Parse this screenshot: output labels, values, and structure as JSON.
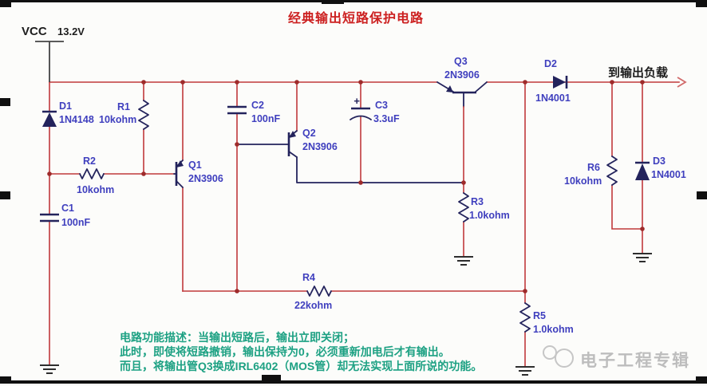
{
  "title": "经典输出短路保护电路",
  "power": {
    "net": "VCC",
    "voltage": "13.2V"
  },
  "output": {
    "label": "到输出负载"
  },
  "components": {
    "D1": {
      "ref": "D1",
      "value": "1N4148"
    },
    "R1": {
      "ref": "R1",
      "value": "10kohm"
    },
    "R2": {
      "ref": "R2",
      "value": "10kohm"
    },
    "C1": {
      "ref": "C1",
      "value": "100nF"
    },
    "Q1": {
      "ref": "Q1",
      "value": "2N3906"
    },
    "C2": {
      "ref": "C2",
      "value": "100nF"
    },
    "Q2": {
      "ref": "Q2",
      "value": "2N3906"
    },
    "C3": {
      "ref": "C3",
      "value": "3.3uF",
      "polarity": "+"
    },
    "Q3": {
      "ref": "Q3",
      "value": "2N3906"
    },
    "D2": {
      "ref": "D2",
      "value": "1N4001"
    },
    "R3": {
      "ref": "R3",
      "value": "1.0kohm"
    },
    "R4": {
      "ref": "R4",
      "value": "22kohm"
    },
    "R5": {
      "ref": "R5",
      "value": "1.0kohm"
    },
    "R6": {
      "ref": "R6",
      "value": "10kohm"
    },
    "D3": {
      "ref": "D3",
      "value": "1N4001"
    }
  },
  "description": {
    "line1": "电路功能描述：当输出短路后，输出立即关闭；",
    "line2": "此时，即使将短路撤销，输出保持为0，必须重新加电后才有输出。",
    "line3": "而且，将输出管Q3换成IRL6402（MOS管）却无法实现上面所说的功能。"
  },
  "watermark": {
    "text": "电子工程专辑"
  },
  "colors": {
    "wire": "#c0393b",
    "junction_dot": "#9e2b2b",
    "component_symbol": "#23235c",
    "component_label": "#3f3fbe",
    "title_text": "#cc2020",
    "description_text": "#1da183",
    "watermark_text": "#bdbdbd",
    "background": "#fcfcfa",
    "frame": "#101010"
  }
}
